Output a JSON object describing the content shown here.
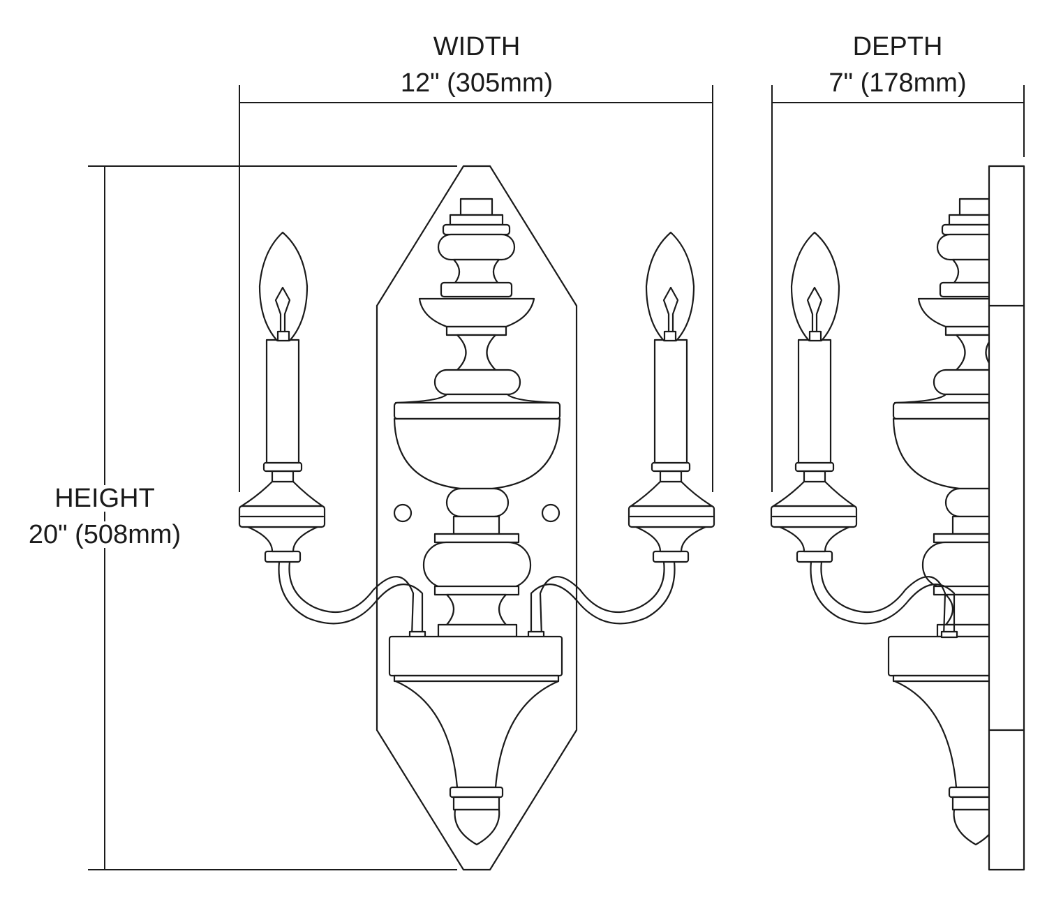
{
  "dimensions": {
    "width": {
      "title": "WIDTH",
      "value": "12\" (305mm)"
    },
    "depth": {
      "title": "DEPTH",
      "value": "7\" (178mm)"
    },
    "height": {
      "title": "HEIGHT",
      "value": "20\" (508mm)"
    }
  },
  "colors": {
    "line": "#1a1a1a",
    "background": "#ffffff"
  }
}
